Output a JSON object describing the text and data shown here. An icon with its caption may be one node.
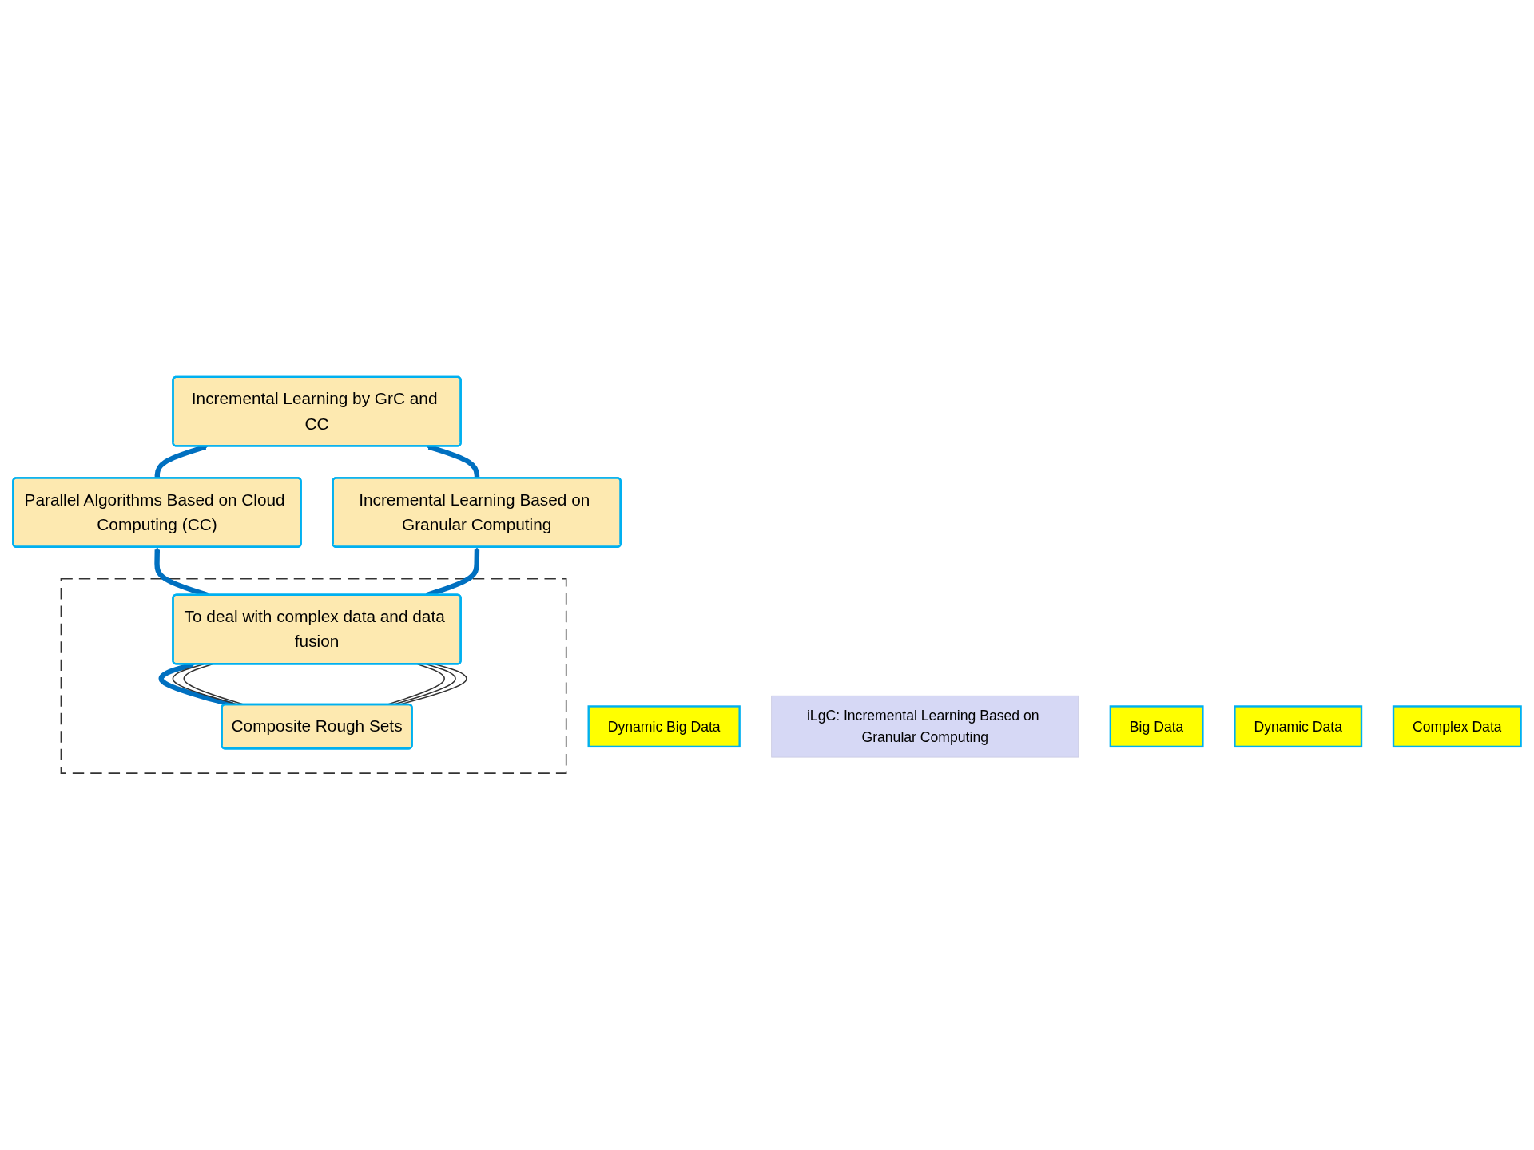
{
  "diagram": {
    "nodes": [
      {
        "text": [
          "Dynamic Big Data"
        ]
      },
      {
        "text": [
          "Incremental Learning by GrC and CC"
        ]
      },
      {
        "text": [
          "iLgC: Incremental Learning Based on Granular Computing"
        ]
      },
      {
        "text": [
          "Big Data"
        ]
      },
      {
        "text": [
          "Parallel Algorithms Based on Cloud Computing (CC)"
        ]
      },
      {
        "text": [
          "Incremental Learning Based on Granular Computing"
        ]
      },
      {
        "text": [
          "Dynamic Data"
        ]
      },
      {
        "text": [],
        "shape": "box"
      },
      {
        "text": [
          "To deal with complex data and data fusion"
        ],
        "in": 7
      },
      {
        "text": [
          "Complex Data"
        ]
      },
      {
        "text": [
          "Composite Rough Sets"
        ],
        "in": 7
      }
    ],
    "edges": [
      {
        "from": 8,
        "to": 4,
        "arrow": "to",
        "style": "thick",
        "color": "#0070c0"
      },
      {
        "from": 4,
        "to": 1,
        "arrow": "to",
        "style": "thick",
        "color": "#0070c0"
      },
      {
        "from": 8,
        "to": 5,
        "arrow": "to",
        "style": "thick",
        "color": "#0070c0"
      },
      {
        "from": 5,
        "to": 1,
        "arrow": "to",
        "style": "thick",
        "color": "#0070c0"
      },
      {
        "from": 10,
        "to": 8,
        "arrow": "to",
        "style": "thick",
        "color": "#0070c0"
      },
      {
        "from": 10,
        "to": 8,
        "arrow": "none",
        "color": "#333333"
      },
      {
        "from": 10,
        "to": 8,
        "arrow": "none",
        "color": "#333333"
      },
      {
        "from": 10,
        "to": 8,
        "arrow": "none",
        "color": "#333333"
      },
      {
        "from": 10,
        "to": 8,
        "arrow": "none",
        "color": "#333333"
      },
      {
        "from": 10,
        "to": 8,
        "arrow": "none",
        "color": "#333333"
      }
    ]
  }
}
